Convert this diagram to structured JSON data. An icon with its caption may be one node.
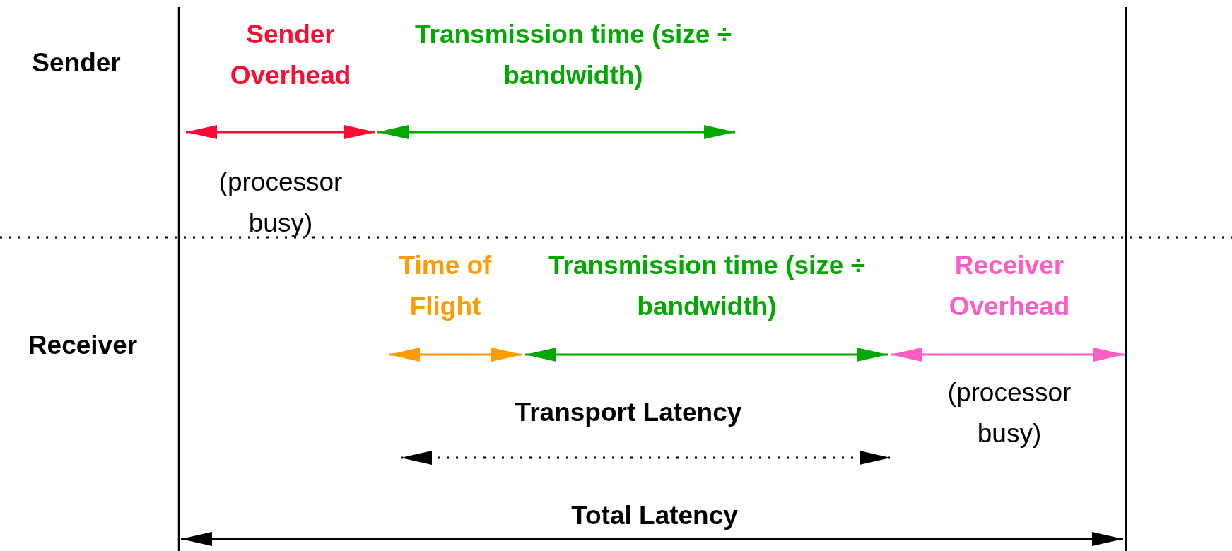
{
  "diagram": {
    "labels": [
      "Sender",
      "Sender Overhead",
      "Transmission time (size ÷ bandwidth)",
      "(processor busy)",
      "Receiver",
      "Time of Flight",
      "Transmission time (size ÷ bandwidth)",
      "Receiver Overhead",
      "(processor busy)",
      "Transport Latency",
      "Total Latency"
    ]
  }
}
